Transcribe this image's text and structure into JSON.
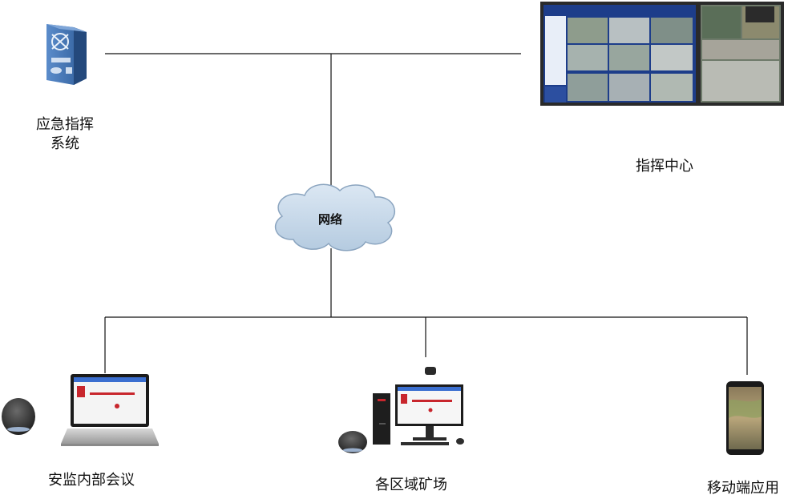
{
  "nodes": {
    "emergency": {
      "label_line1": "应急指挥",
      "label_line2": "系统"
    },
    "command_center": {
      "label": "指挥中心"
    },
    "network": {
      "label": "网络"
    },
    "safety_meeting": {
      "label": "安监内部会议"
    },
    "mine_sites": {
      "label": "各区域矿场"
    },
    "mobile": {
      "label": "移动端应用"
    }
  },
  "colors": {
    "line": "#111111",
    "cloud_fill": "#c9d9ea",
    "cloud_stroke": "#8aa4bf",
    "server_blue": "#3d6fae",
    "meeting_red": "#c8262d"
  },
  "icons": {
    "emergency": "server-icon",
    "command_center": "video-wall-image",
    "safety_meeting": "laptop-icon",
    "mine_sites": "desktop-pc-icon",
    "mobile": "smartphone-icon"
  }
}
